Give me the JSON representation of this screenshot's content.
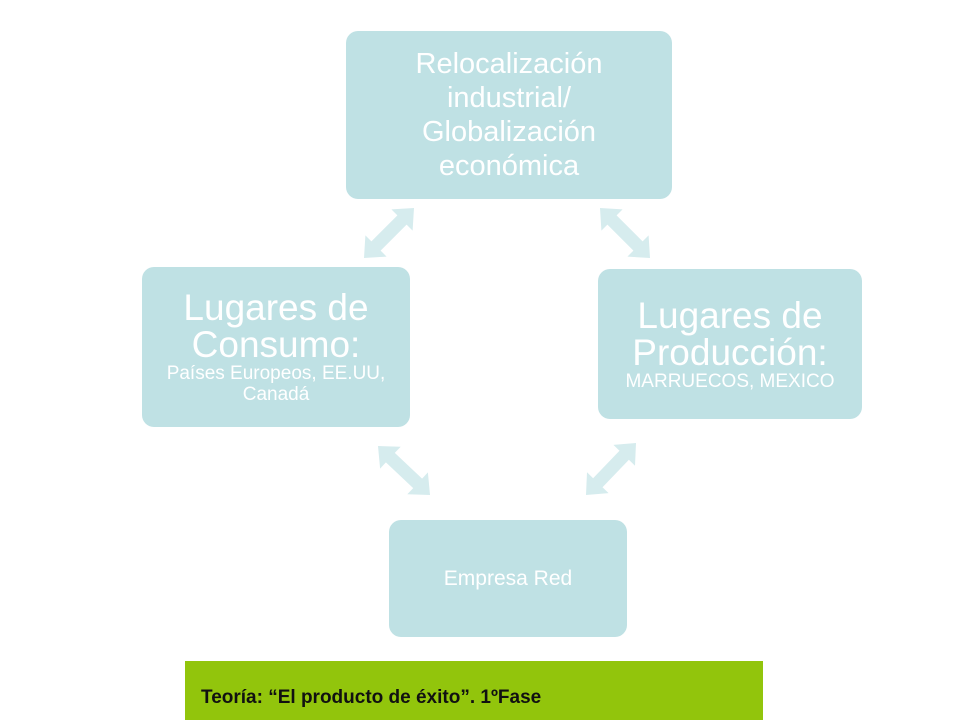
{
  "diagram": {
    "nodes": {
      "top": {
        "label": "Relocalización industrial/ Globalización económica"
      },
      "left": {
        "title": "Lugares de Consumo:",
        "subtitle": "Países Europeos, EE.UU, Canadá"
      },
      "right": {
        "title": "Lugares de Producción:",
        "subtitle": "MARRUECOS, MEXICO"
      },
      "bottom": {
        "label": "Empresa Red"
      }
    },
    "edges": [
      {
        "from": "top",
        "to": "right",
        "direction": "bidirectional"
      },
      {
        "from": "right",
        "to": "bottom",
        "direction": "bidirectional"
      },
      {
        "from": "bottom",
        "to": "left",
        "direction": "bidirectional"
      },
      {
        "from": "left",
        "to": "top",
        "direction": "bidirectional"
      }
    ],
    "colors": {
      "node_fill": "#bfe1e4",
      "node_text": "#ffffff",
      "arrow": "#d6ecee"
    }
  },
  "footer": {
    "text": "Teoría: “El producto de éxito”. 1ºFase",
    "background": "#92c50c"
  }
}
